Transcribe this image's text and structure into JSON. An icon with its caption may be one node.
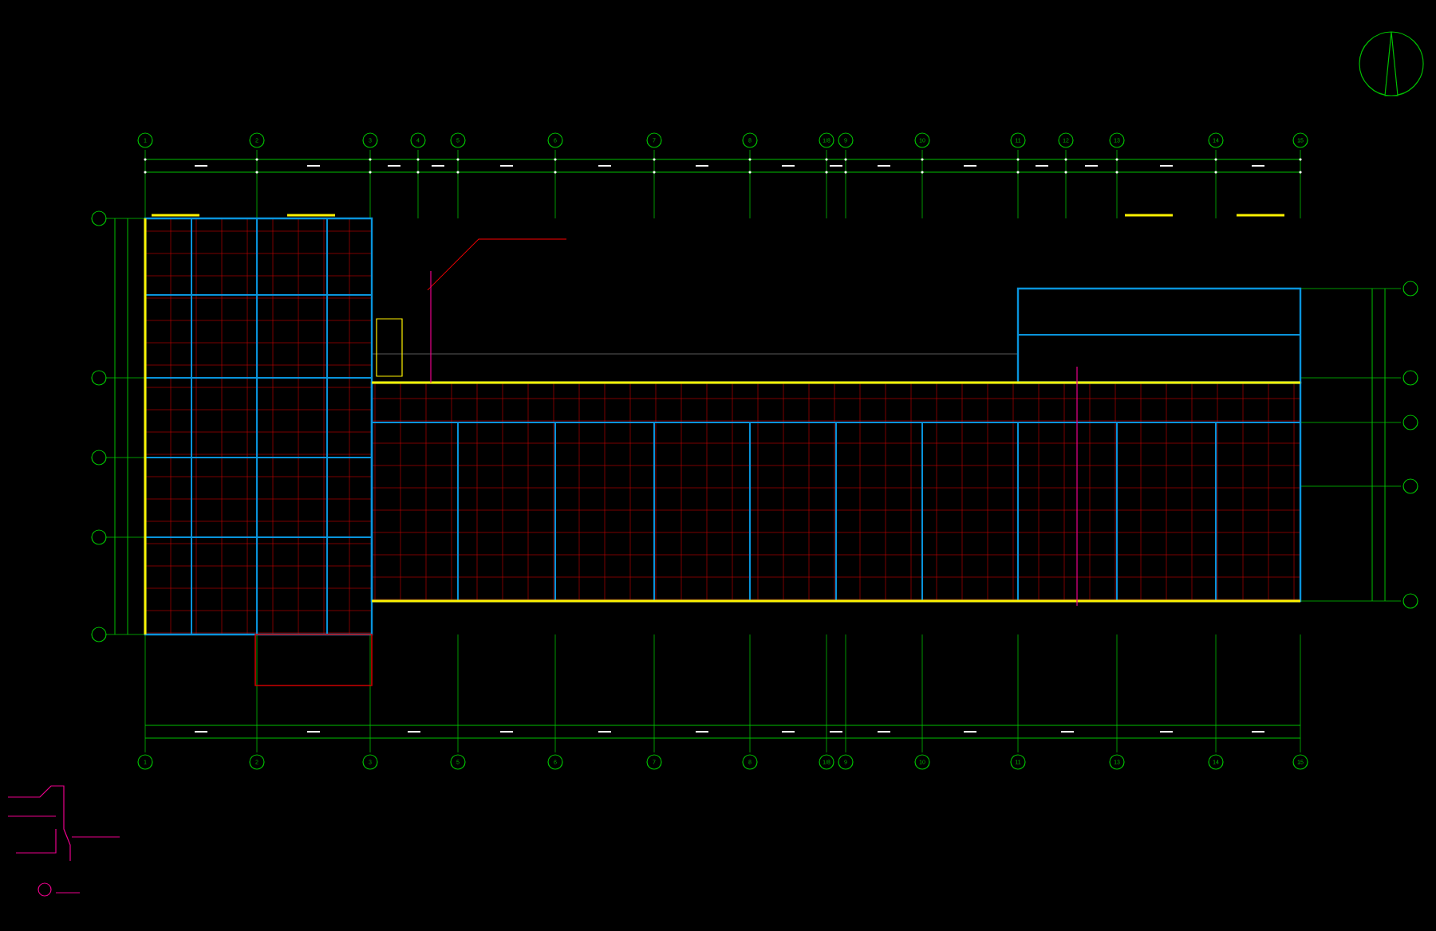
{
  "diagram": {
    "labels": [
      "1",
      "2",
      "3",
      "4",
      "5",
      "6",
      "7",
      "8",
      "1/8",
      "9",
      "10",
      "11",
      "12",
      "13",
      "14",
      "15",
      "1",
      "2",
      "3",
      "5",
      "6",
      "7",
      "8",
      "1/8",
      "9",
      "10",
      "11",
      "13",
      "14",
      "15"
    ]
  }
}
